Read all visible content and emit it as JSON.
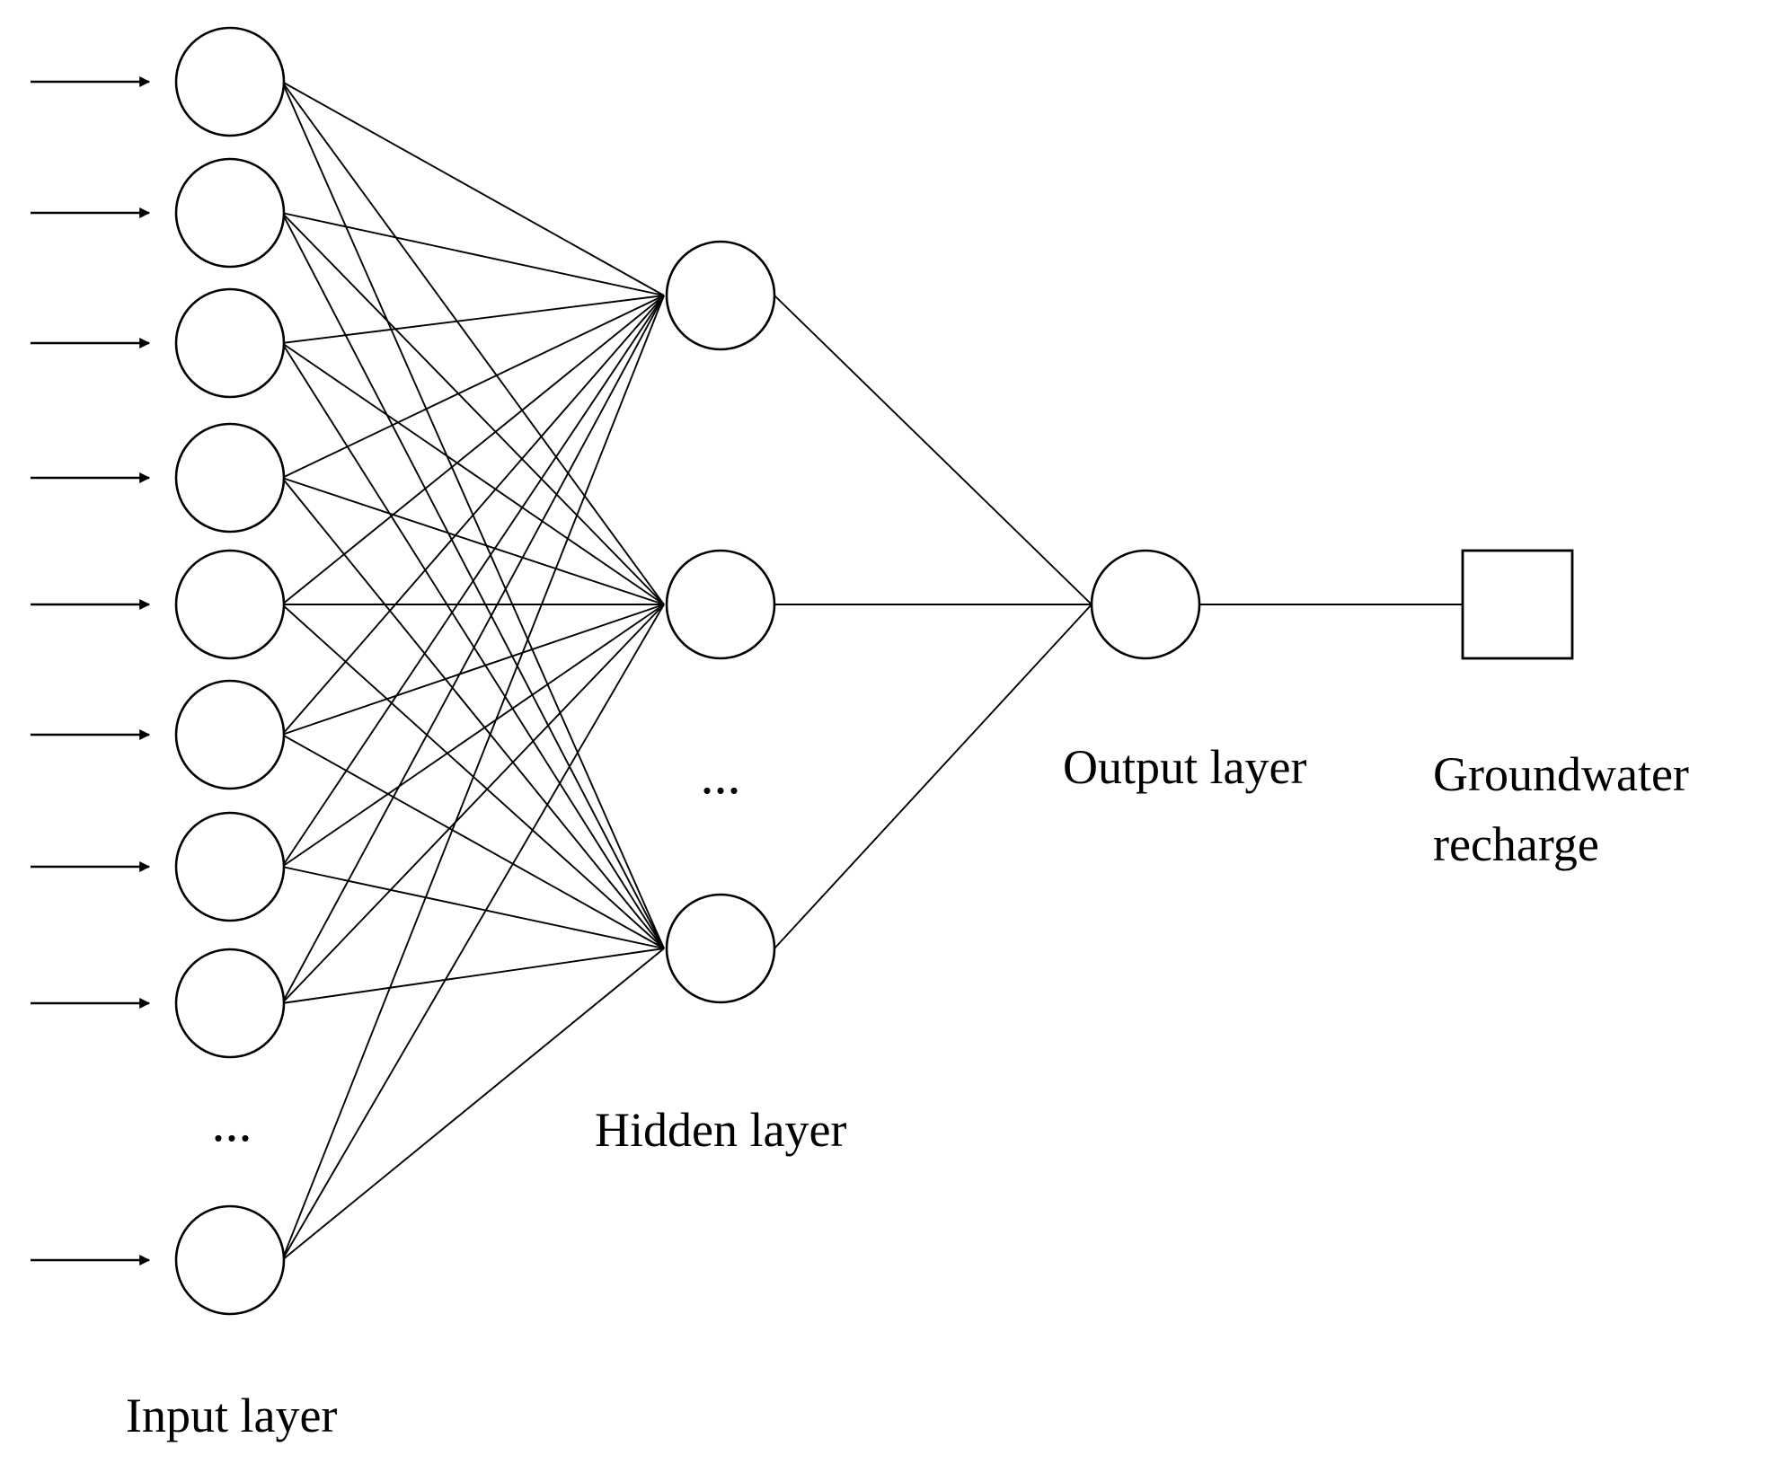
{
  "labels": {
    "input_layer": "Input layer",
    "hidden_layer": "Hidden layer",
    "output_layer": "Output layer",
    "target_line1": "Groundwater",
    "target_line2": "recharge"
  },
  "ellipsis": "..."
}
